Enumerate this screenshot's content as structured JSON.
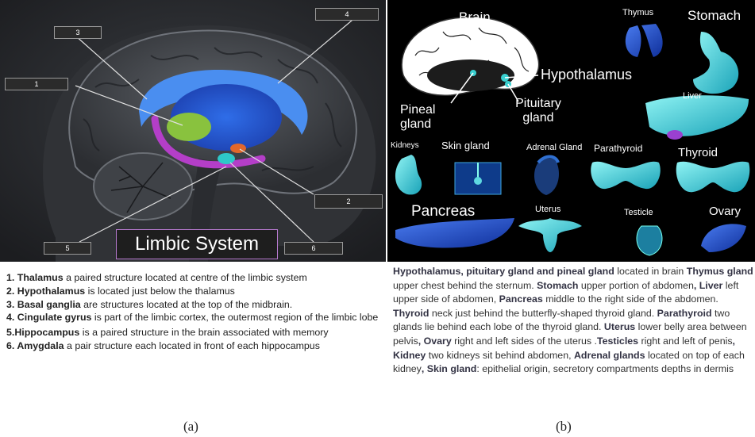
{
  "panel_a": {
    "title": "Limbic System",
    "numbers": [
      "1",
      "2",
      "3",
      "4",
      "5",
      "6"
    ],
    "items": [
      {
        "n": "1. ",
        "term": "Thalamus",
        "text": " a paired structure located at centre of the limbic system"
      },
      {
        "n": "2. ",
        "term": "Hypothalamus",
        "text": " is located just below the thalamus"
      },
      {
        "n": "3. ",
        "term": "Basal ganglia",
        "text": " are structures located at the top of the midbrain."
      },
      {
        "n": "4. ",
        "term": "Cingulate gyrus",
        "text": " is part of the limbic cortex, the outermost region of the limbic lobe"
      },
      {
        "n": "5.",
        "term": "Hippocampus",
        "text": " is a paired structure in the brain associated with memory"
      },
      {
        "n": "6. ",
        "term": "Amygdala",
        "text": " a pair structure each located in front of each hippocampus"
      }
    ],
    "caption": "(a)"
  },
  "panel_b": {
    "labels": {
      "brain": "Brain",
      "thymus": "Thymus",
      "stomach": "Stomach",
      "hypothalamus": "Hypothalamus",
      "pineal": "Pineal gland",
      "pituitary": "Pituitary gland",
      "liver": "Liver",
      "kidneys": "Kidneys",
      "skin": "Skin gland",
      "adrenal": "Adrenal Gland",
      "parathyroid": "Parathyroid",
      "thyroid": "Thyroid",
      "pancreas": "Pancreas",
      "uterus": "Uterus",
      "testicle": "Testicle",
      "ovary": "Ovary"
    },
    "description": [
      {
        "b": "Hypothalamus, pituitary gland and pineal gland"
      },
      {
        "t": " located in brain "
      },
      {
        "b": "Thymus gland"
      },
      {
        "t": " upper chest behind the sternum. "
      },
      {
        "b": "Stomach"
      },
      {
        "t": " upper portion of abdomen"
      },
      {
        "b": ", Liver"
      },
      {
        "t": " left upper side of abdomen, "
      },
      {
        "b": "Pancreas"
      },
      {
        "t": " middle to the right side of the abdomen. "
      },
      {
        "b": "Thyroid"
      },
      {
        "t": " neck just behind the butterfly-shaped thyroid gland. "
      },
      {
        "b": "Parathyroid"
      },
      {
        "t": " two glands lie behind each lobe of the thyroid gland. "
      },
      {
        "b": "Uterus"
      },
      {
        "t": " lower belly area between pelvis"
      },
      {
        "b": ", Ovary"
      },
      {
        "t": " right and left sides of the uterus ."
      },
      {
        "b": "Testicles"
      },
      {
        "t": " right and left of penis"
      },
      {
        "b": ", Kidney"
      },
      {
        "t": " two kidneys sit behind  abdomen, "
      },
      {
        "b": "Adrenal glands"
      },
      {
        "t": " located on top of each kidney"
      },
      {
        "b": ", Skin gland"
      },
      {
        "t": ": epithelial origin, secretory compartments depths in dermis"
      }
    ],
    "caption": "(b)"
  }
}
